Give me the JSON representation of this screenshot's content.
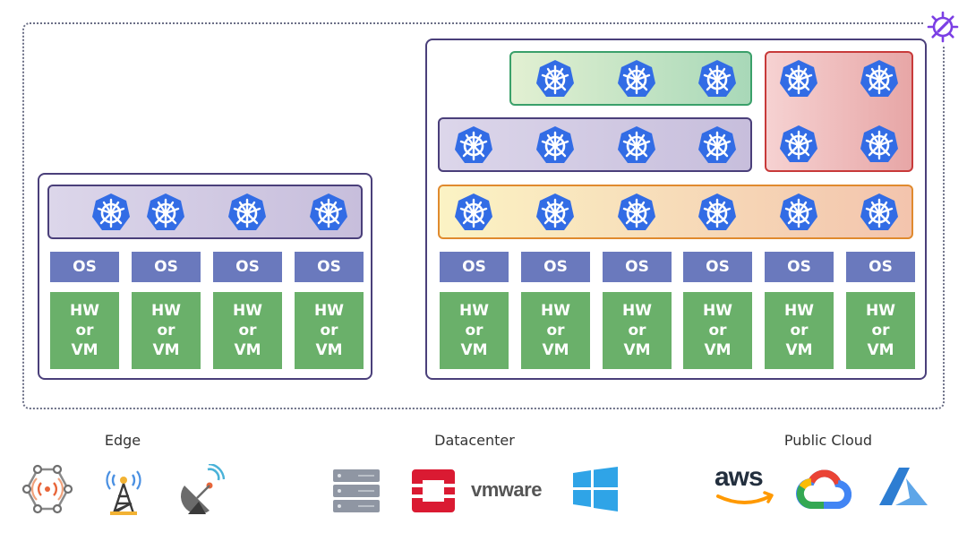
{
  "os_label": "OS",
  "hw_lines": [
    "HW",
    "or",
    "VM"
  ],
  "environments": {
    "edge": "Edge",
    "datacenter": "Datacenter",
    "public_cloud": "Public Cloud"
  },
  "vmware_text": "vmware",
  "aws_text": "aws",
  "colors": {
    "k8s": "#326ce5",
    "os": "#6a79bd",
    "hw": "#6ab06a",
    "frame": "#4a3f7a",
    "gear": "#7b3fe4"
  },
  "icons": {
    "edge": [
      "edge-network-icon",
      "radio-tower-icon",
      "satellite-dish-icon"
    ],
    "datacenter": [
      "server-rack-icon",
      "openstack-logo-icon",
      "vmware-logo-icon",
      "windows-logo-icon"
    ],
    "public_cloud": [
      "aws-logo-icon",
      "google-cloud-logo-icon",
      "azure-logo-icon"
    ]
  }
}
